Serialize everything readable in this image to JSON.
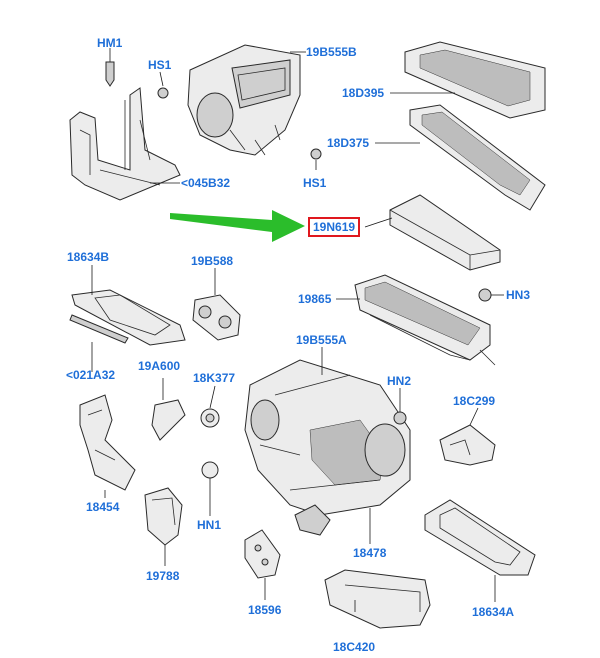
{
  "highlight_color": "#e0181e",
  "arrow_color": "#2bbd2b",
  "label_color": "#1f6fd8",
  "labels": [
    {
      "id": "hm1",
      "text": "HM1"
    },
    {
      "id": "hs1a",
      "text": "HS1"
    },
    {
      "id": "19b555b",
      "text": "19B555B"
    },
    {
      "id": "18d395",
      "text": "18D395"
    },
    {
      "id": "18d375",
      "text": "18D375"
    },
    {
      "id": "hs1b",
      "text": "HS1"
    },
    {
      "id": "045b32",
      "text": "<045B32"
    },
    {
      "id": "19n619",
      "text": "19N619"
    },
    {
      "id": "18634b",
      "text": "18634B"
    },
    {
      "id": "19b588",
      "text": "19B588"
    },
    {
      "id": "19865",
      "text": "19865"
    },
    {
      "id": "hn3",
      "text": "HN3"
    },
    {
      "id": "19b555a",
      "text": "19B555A"
    },
    {
      "id": "021a32",
      "text": "<021A32"
    },
    {
      "id": "19a600",
      "text": "19A600"
    },
    {
      "id": "18k377",
      "text": "18K377"
    },
    {
      "id": "hn2",
      "text": "HN2"
    },
    {
      "id": "18c299",
      "text": "18C299"
    },
    {
      "id": "18454",
      "text": "18454"
    },
    {
      "id": "hn1",
      "text": "HN1"
    },
    {
      "id": "18478",
      "text": "18478"
    },
    {
      "id": "19788",
      "text": "19788"
    },
    {
      "id": "18596",
      "text": "18596"
    },
    {
      "id": "18634a",
      "text": "18634A"
    },
    {
      "id": "18c420",
      "text": "18C420"
    }
  ],
  "highlighted_part": "19N619"
}
